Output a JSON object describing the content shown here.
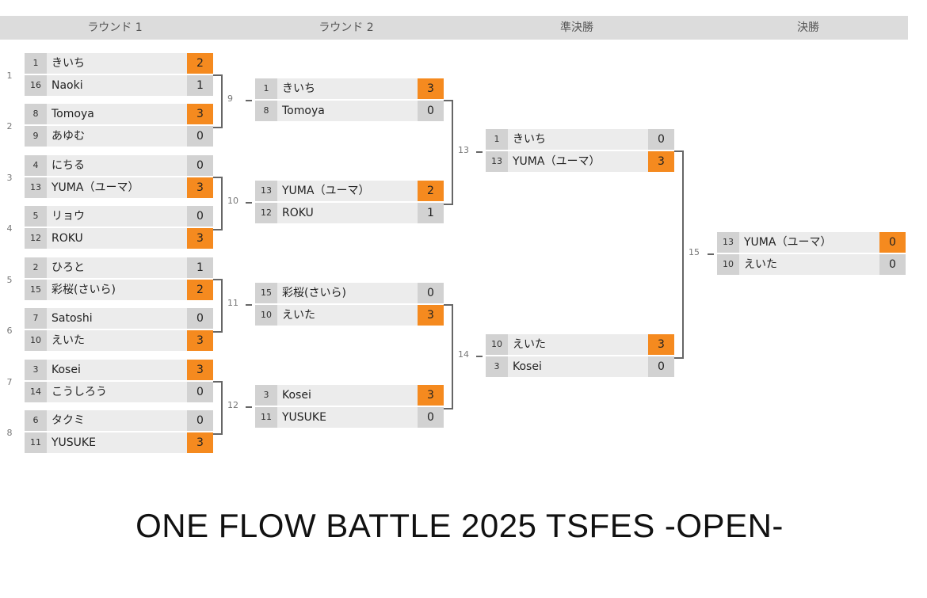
{
  "rounds": [
    "ラウンド 1",
    "ラウンド 2",
    "準決勝",
    "決勝"
  ],
  "matches": [
    {
      "label": "1",
      "players": [
        {
          "seed": "1",
          "name": "きいち",
          "score": "2",
          "win": true
        },
        {
          "seed": "16",
          "name": "Naoki",
          "score": "1",
          "win": false
        }
      ]
    },
    {
      "label": "2",
      "players": [
        {
          "seed": "8",
          "name": "Tomoya",
          "score": "3",
          "win": true
        },
        {
          "seed": "9",
          "name": "あゆむ",
          "score": "0",
          "win": false
        }
      ]
    },
    {
      "label": "3",
      "players": [
        {
          "seed": "4",
          "name": "にちる",
          "score": "0",
          "win": false
        },
        {
          "seed": "13",
          "name": "YUMA（ユーマ）",
          "score": "3",
          "win": true
        }
      ]
    },
    {
      "label": "4",
      "players": [
        {
          "seed": "5",
          "name": "リョウ",
          "score": "0",
          "win": false
        },
        {
          "seed": "12",
          "name": "ROKU",
          "score": "3",
          "win": true
        }
      ]
    },
    {
      "label": "5",
      "players": [
        {
          "seed": "2",
          "name": "ひろと",
          "score": "1",
          "win": false
        },
        {
          "seed": "15",
          "name": "彩桜(さいら)",
          "score": "2",
          "win": true
        }
      ]
    },
    {
      "label": "6",
      "players": [
        {
          "seed": "7",
          "name": "Satoshi",
          "score": "0",
          "win": false
        },
        {
          "seed": "10",
          "name": "えいた",
          "score": "3",
          "win": true
        }
      ]
    },
    {
      "label": "7",
      "players": [
        {
          "seed": "3",
          "name": "Kosei",
          "score": "3",
          "win": true
        },
        {
          "seed": "14",
          "name": "こうしろう",
          "score": "0",
          "win": false
        }
      ]
    },
    {
      "label": "8",
      "players": [
        {
          "seed": "6",
          "name": "タクミ",
          "score": "0",
          "win": false
        },
        {
          "seed": "11",
          "name": "YUSUKE",
          "score": "3",
          "win": true
        }
      ]
    },
    {
      "label": "9",
      "players": [
        {
          "seed": "1",
          "name": "きいち",
          "score": "3",
          "win": true
        },
        {
          "seed": "8",
          "name": "Tomoya",
          "score": "0",
          "win": false
        }
      ]
    },
    {
      "label": "10",
      "players": [
        {
          "seed": "13",
          "name": "YUMA（ユーマ）",
          "score": "2",
          "win": true
        },
        {
          "seed": "12",
          "name": "ROKU",
          "score": "1",
          "win": false
        }
      ]
    },
    {
      "label": "11",
      "players": [
        {
          "seed": "15",
          "name": "彩桜(さいら)",
          "score": "0",
          "win": false
        },
        {
          "seed": "10",
          "name": "えいた",
          "score": "3",
          "win": true
        }
      ]
    },
    {
      "label": "12",
      "players": [
        {
          "seed": "3",
          "name": "Kosei",
          "score": "3",
          "win": true
        },
        {
          "seed": "11",
          "name": "YUSUKE",
          "score": "0",
          "win": false
        }
      ]
    },
    {
      "label": "13",
      "players": [
        {
          "seed": "1",
          "name": "きいち",
          "score": "0",
          "win": false
        },
        {
          "seed": "13",
          "name": "YUMA（ユーマ）",
          "score": "3",
          "win": true
        }
      ]
    },
    {
      "label": "14",
      "players": [
        {
          "seed": "10",
          "name": "えいた",
          "score": "3",
          "win": true
        },
        {
          "seed": "3",
          "name": "Kosei",
          "score": "0",
          "win": false
        }
      ]
    },
    {
      "label": "15",
      "players": [
        {
          "seed": "13",
          "name": "YUMA（ユーマ）",
          "score": "0",
          "win": true
        },
        {
          "seed": "10",
          "name": "えいた",
          "score": "0",
          "win": false
        }
      ]
    }
  ],
  "title": "ONE FLOW BATTLE 2025 TSFES -OPEN-",
  "colors": {
    "win": "#f58a1f",
    "seed_bg": "#d2d2d2",
    "name_bg": "#ececec",
    "header_bg": "#dcdcdc",
    "line": "#666666"
  }
}
